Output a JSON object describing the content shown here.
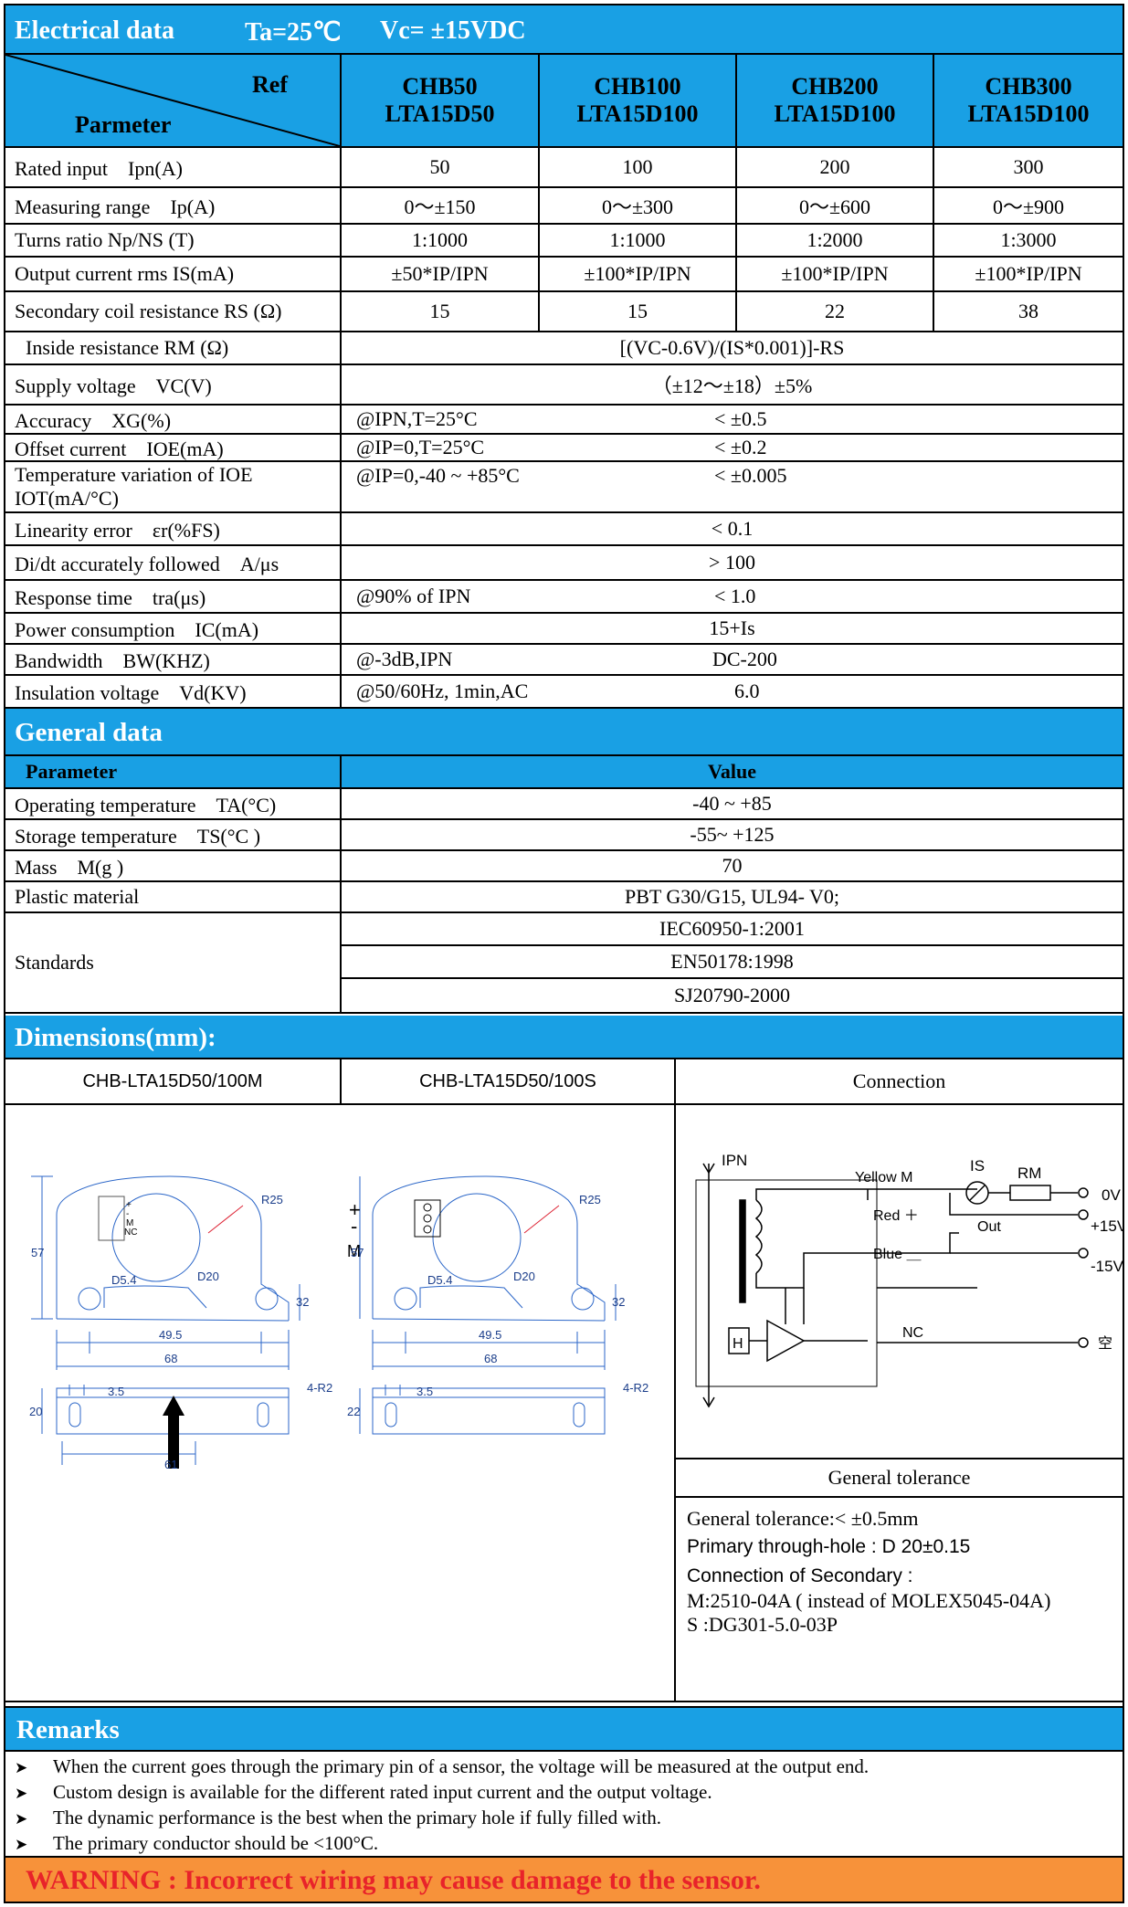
{
  "electrical": {
    "title": "Electrical data",
    "condition_temp": "Ta=25℃",
    "condition_vc": "Vc= ±15VDC",
    "ref_label": "Ref",
    "parameter_label": "Parmeter",
    "models": [
      {
        "line1": "CHB50",
        "line2": "LTA15D50"
      },
      {
        "line1": "CHB100",
        "line2": "LTA15D100"
      },
      {
        "line1": "CHB200",
        "line2": "LTA15D100"
      },
      {
        "line1": "CHB300",
        "line2": "LTA15D100"
      }
    ],
    "model_rows": [
      {
        "label": "Rated input　Ipn(A)",
        "values": [
          "50",
          "100",
          "200",
          "300"
        ]
      },
      {
        "label": "Measuring range　Ip(A)",
        "values": [
          "0～±150",
          "0～±300",
          "0～±600",
          "0～±900"
        ]
      },
      {
        "label": "Turns ratio Np/NS (T)",
        "values": [
          "1:1000",
          "1:1000",
          "1:2000",
          "1:3000"
        ]
      },
      {
        "label": "Output current rms IS(mA)",
        "values": [
          "±50*IP/IPN",
          "±100*IP/IPN",
          "±100*IP/IPN",
          "±100*IP/IPN"
        ]
      },
      {
        "label": "Secondary coil resistance RS (Ω)",
        "values": [
          "15",
          "15",
          "22",
          "38"
        ]
      }
    ],
    "common_rows": [
      {
        "label": "Inside resistance RM (Ω)",
        "condition": "",
        "value": "[(VC-0.6V)/(IS*0.001)]-RS"
      },
      {
        "label": "Supply voltage　VC(V)",
        "condition": "",
        "value": "（±12～±18）±5%"
      },
      {
        "label": "Accuracy　XG(%)",
        "condition": "@IPN,T=25°C",
        "value": "< ±0.5"
      },
      {
        "label": "Offset current　IOE(mA)",
        "condition": "@IP=0,T=25°C",
        "value": "< ±0.2"
      },
      {
        "label": "Temperature variation of IOE",
        "label2": "IOT(mA/°C)",
        "condition": "@IP=0,-40 ~ +85°C",
        "value": "< ±0.005"
      },
      {
        "label": "Linearity error　εr(%FS)",
        "condition": "",
        "value": "< 0.1"
      },
      {
        "label": "Di/dt accurately followed　A/μs",
        "condition": "",
        "value": "> 100"
      },
      {
        "label": "Response time　tra(μs)",
        "condition": "@90% of IPN",
        "value": "< 1.0"
      },
      {
        "label": "Power consumption　IC(mA)",
        "condition": "",
        "value": "15+Is"
      },
      {
        "label": "Bandwidth　BW(KHZ)",
        "condition": "@-3dB,IPN",
        "value": "DC-200"
      },
      {
        "label": "Insulation voltage　Vd(KV)",
        "condition": "@50/60Hz, 1min,AC",
        "value": "6.0"
      }
    ]
  },
  "general": {
    "title": "General data",
    "col_parameter": "Parameter",
    "col_value": "Value",
    "rows": [
      {
        "label": "Operating temperature　TA(°C)",
        "value": "-40 ~ +85"
      },
      {
        "label": "Storage temperature　TS(°C )",
        "value": "-55~ +125"
      },
      {
        "label": "Mass　M(g )",
        "value": "70"
      },
      {
        "label": "Plastic material",
        "value": "PBT G30/G15, UL94- V0;"
      }
    ],
    "standards_label": "Standards",
    "standards": [
      "IEC60950-1:2001",
      "EN50178:1998",
      "SJ20790-2000"
    ]
  },
  "dimensions": {
    "title": "Dimensions(mm):",
    "col1": "CHB-LTA15D50/100M",
    "col2": "CHB-LTA15D50/100S",
    "col3": "Connection",
    "drawing_m": {
      "r25": "R25",
      "h57": "57",
      "d54": "D5.4",
      "d20": "D20",
      "h32": "32",
      "w495": "49.5",
      "w68": "68",
      "w35": "3.5",
      "r2": "4-R2",
      "h20": "20",
      "w61": "61",
      "conn_pins": [
        "+",
        "-",
        "M",
        "NC"
      ]
    },
    "drawing_s": {
      "r25": "R25",
      "h57": "57",
      "d54": "D5.4",
      "d20": "D20",
      "h32": "32",
      "w495": "49.5",
      "w68": "68",
      "w35": "3.5",
      "r2": "4-R2",
      "h22": "22",
      "plus": "+",
      "minus": "-",
      "m": "M"
    },
    "schematic": {
      "ipn": "IPN",
      "is": "IS",
      "rm": "RM",
      "yellow": "Yellow M",
      "red": "Red ＋",
      "blue": "Blue ＿",
      "out": "Out",
      "nc": "NC",
      "h": "H",
      "v0": "0V",
      "vp": "+15V",
      "vn": "-15V",
      "empty": "空"
    },
    "tolerance_title": "General tolerance",
    "tolerance_lines": [
      "General tolerance:< ±0.5mm",
      "Primary through-hole : D 20±0.15",
      "Connection of Secondary :",
      "M:2510-04A ( instead of MOLEX5045-04A)",
      "S :DG301-5.0-03P"
    ]
  },
  "remarks": {
    "title": "Remarks",
    "items": [
      "When the current goes through the primary pin of a sensor, the voltage will be measured at the output end.",
      "Custom design is available for the different rated input current and the output voltage.",
      "The dynamic performance is the best when the primary hole if fully filled with.",
      "The primary conductor should be <100°C."
    ]
  },
  "warning": "WARNING : Incorrect wiring may cause damage to the sensor.",
  "colors": {
    "header_blue": "#19a0e4",
    "warning_orange": "#f7923a",
    "warning_text": "#e8232a"
  }
}
